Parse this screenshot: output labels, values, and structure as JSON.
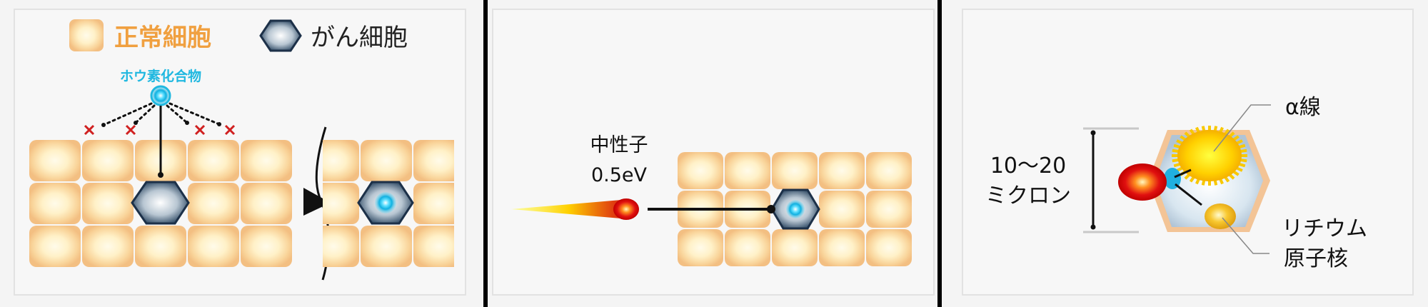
{
  "panel1": {
    "legend": {
      "normal_cell": "正常細胞",
      "cancer_cell": "がん細胞"
    },
    "boron_compound": "ホウ素化合物"
  },
  "panel2": {
    "neutron_label": "中性子",
    "neutron_energy": "0.5eV"
  },
  "panel3": {
    "size_value": "10〜20",
    "size_unit": "ミクロン",
    "alpha_ray": "α線",
    "lithium_line1": "リチウム",
    "lithium_line2": "原子核"
  },
  "colors": {
    "normal_cell_text": "#f0a040",
    "boron": "#20b8e0",
    "reject_mark": "#d02020",
    "neutron_head": "#e01010"
  }
}
